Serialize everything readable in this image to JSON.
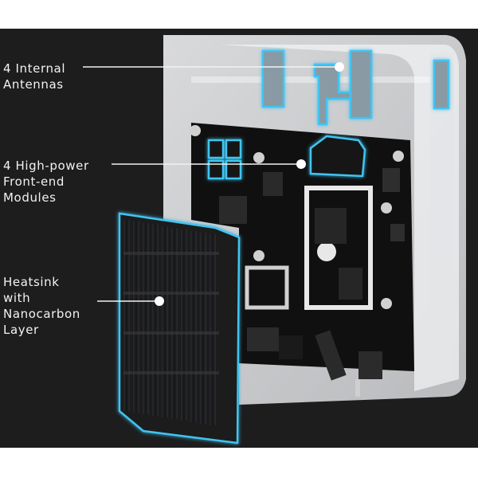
{
  "callouts": [
    {
      "id": "antennas",
      "text": "4 Internal\nAntennas"
    },
    {
      "id": "fem",
      "text": "4 High-power\nFront-end\nModules"
    },
    {
      "id": "heatsink",
      "text": "Heatsink\nwith\nNanocarbon\nLayer"
    }
  ],
  "colors": {
    "background": "#1d1d1d",
    "highlight": "#3fc4f0",
    "shell": "#d9dadc",
    "board": "#101010",
    "heatsink": "#1a1b1d"
  }
}
